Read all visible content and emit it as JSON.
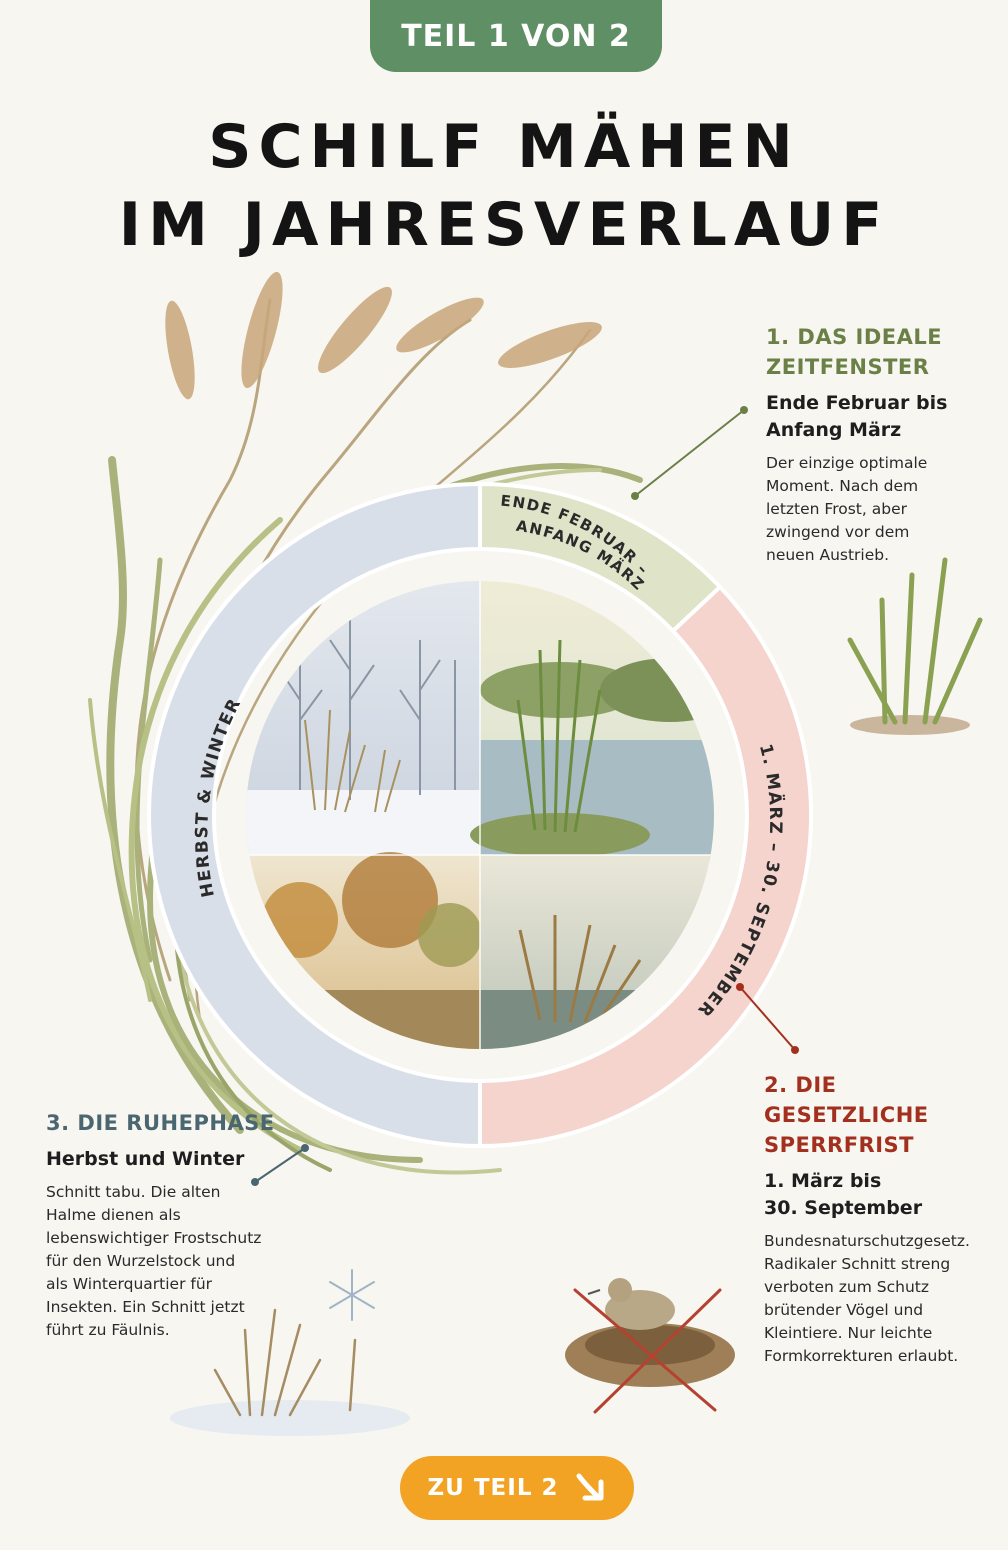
{
  "header": {
    "part_badge": "TEIL 1 VON 2"
  },
  "title": {
    "line1": "SCHILF MÄHEN",
    "line2": "IM JAHRESVERLAUF"
  },
  "ring": {
    "segment_top_line1": "ENDE FEBRUAR –",
    "segment_top_line2": "ANFANG MÄRZ",
    "segment_right": "1. MÄRZ – 30. SEPTEMBER",
    "segment_left": "HERBST & WINTER"
  },
  "info": [
    {
      "heading_line1": "1. DAS IDEALE",
      "heading_line2": "ZEITFENSTER",
      "subtitle_line1": "Ende Februar bis",
      "subtitle_line2": "Anfang März",
      "body": [
        "Der einzige optimale",
        "Moment. Nach dem",
        "letzten Frost, aber",
        "zwingend vor dem",
        "neuen Austrieb."
      ]
    },
    {
      "heading_line1": "2. DIE GESETZLICHE",
      "heading_line2": "SPERRFRIST",
      "subtitle_line1": "1. März bis",
      "subtitle_line2": "30. September",
      "body": [
        "Bundesnaturschutzgesetz.",
        "Radikaler Schnitt streng",
        "verboten zum Schutz",
        "brütender Vögel und",
        "Kleintiere. Nur leichte",
        "Formkorrekturen erlaubt."
      ]
    },
    {
      "heading_line1": "3. DIE RUHEPHASE",
      "subtitle_line1": "Herbst und Winter",
      "body": [
        "Schnitt tabu. Die alten",
        "Halme dienen als",
        "lebenswichtiger Frostschutz",
        "für den Wurzelstock und",
        "als Winterquartier für",
        "Insekten. Ein Schnitt jetzt",
        "führt zu Fäulnis."
      ]
    }
  ],
  "cta": {
    "label": "ZU TEIL 2",
    "icon": "arrow-down-right-icon"
  },
  "colors": {
    "badge": "#5e8f65",
    "segment_top": "#dfe3c8",
    "segment_right": "#f4d4cc",
    "segment_left": "#d9dfe8",
    "heading_1": "#6b8047",
    "heading_2": "#a3301e",
    "heading_3": "#4a6670",
    "cta": "#f2a324"
  }
}
